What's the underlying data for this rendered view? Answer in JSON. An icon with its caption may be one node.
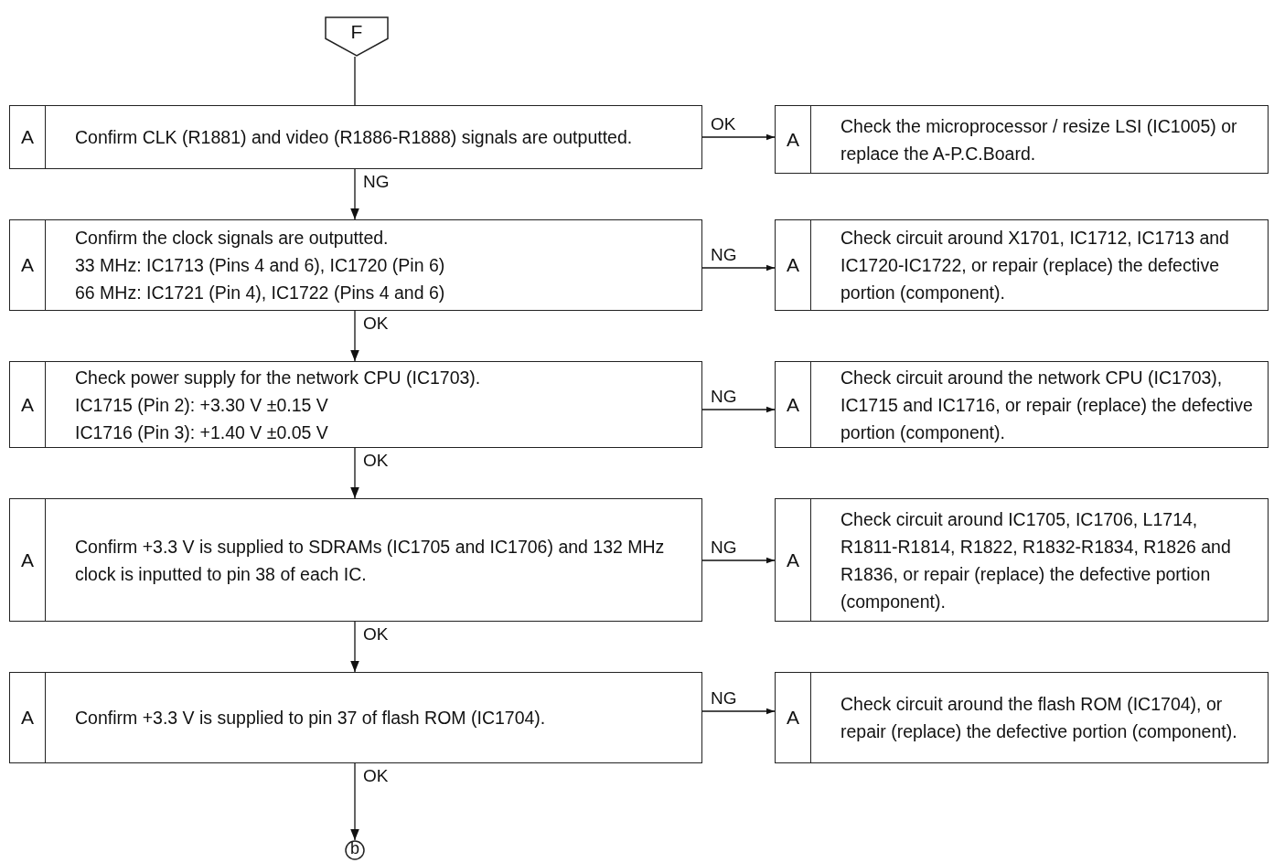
{
  "diagram": {
    "nodes": [
      {
        "text": [
          "F"
        ]
      },
      {
        "text": [
          "A",
          "Confirm CLK (R1881) and video (R1886-R1888) signals are outputted."
        ]
      },
      {
        "text": [
          "A",
          "Check the microprocessor / resize LSI (IC1005) or replace the A-P.C.Board."
        ]
      },
      {
        "text": [
          "A",
          "Confirm the clock signals are outputted.",
          "33 MHz: IC1713 (Pins 4 and 6), IC1720 (Pin 6)",
          "66 MHz: IC1721 (Pin 4), IC1722 (Pins 4 and 6)"
        ]
      },
      {
        "text": [
          "A",
          "Check circuit around X1701, IC1712, IC1713 and IC1720-IC1722, or repair (replace) the defective portion (component)."
        ]
      },
      {
        "text": [
          "A",
          "Check power supply for the network CPU (IC1703).",
          "IC1715 (Pin 2): +3.30 V ±0.15 V",
          "IC1716 (Pin 3): +1.40 V ±0.05 V"
        ]
      },
      {
        "text": [
          "A",
          "Check circuit around the network CPU (IC1703), IC1715 and IC1716, or repair (replace) the defective portion (component)."
        ]
      },
      {
        "text": [
          "A",
          "Confirm +3.3 V is supplied to SDRAMs (IC1705 and IC1706) and 132 MHz clock is inputted to pin 38 of each IC."
        ]
      },
      {
        "text": [
          "A",
          "Check circuit around IC1705, IC1706, L1714, R1811-R1814, R1822, R1832-R1834, R1826 and R1836, or repair (replace) the defective portion (component)."
        ]
      },
      {
        "text": [
          "A",
          "Confirm +3.3 V is supplied to pin 37 of flash ROM (IC1704)."
        ]
      },
      {
        "text": [
          "A",
          "Check circuit around the flash ROM (IC1704), or repair (replace) the defective portion (component)."
        ]
      },
      {
        "text": [
          "b"
        ]
      }
    ],
    "edges": [
      {
        "from": 0,
        "to": 1,
        "arrow": "none"
      },
      {
        "from": 1,
        "to": 2,
        "arrow": "to",
        "label": "OK"
      },
      {
        "from": 1,
        "to": 3,
        "arrow": "to",
        "label": "NG"
      },
      {
        "from": 3,
        "to": 4,
        "arrow": "to",
        "label": "NG"
      },
      {
        "from": 3,
        "to": 5,
        "arrow": "to",
        "label": "OK"
      },
      {
        "from": 5,
        "to": 6,
        "arrow": "to",
        "label": "NG"
      },
      {
        "from": 5,
        "to": 7,
        "arrow": "to",
        "label": "OK"
      },
      {
        "from": 7,
        "to": 8,
        "arrow": "to",
        "label": "NG"
      },
      {
        "from": 7,
        "to": 9,
        "arrow": "to",
        "label": "OK"
      },
      {
        "from": 9,
        "to": 10,
        "arrow": "to",
        "label": "NG"
      },
      {
        "from": 9,
        "to": 11,
        "arrow": "to",
        "label": "OK"
      }
    ]
  }
}
